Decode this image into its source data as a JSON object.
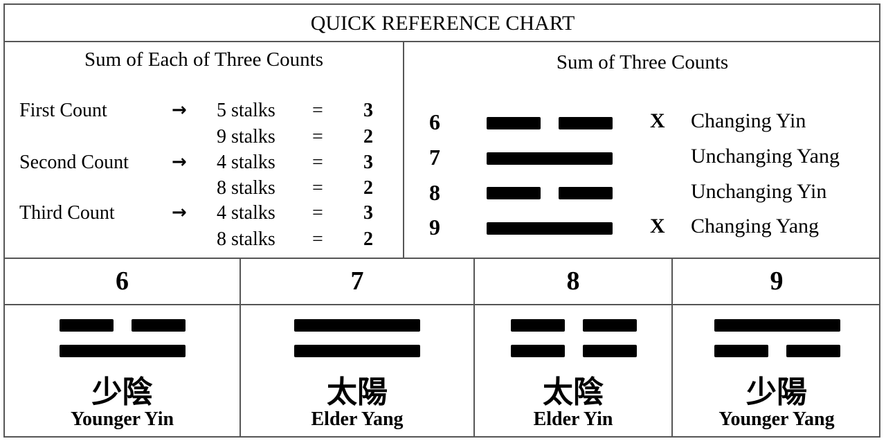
{
  "title": "QUICK REFERENCE CHART",
  "left_section": {
    "heading": "Sum of Each of Three Counts",
    "arrow": "→",
    "equals": "=",
    "rows": [
      {
        "count": "First Count",
        "show_arrow": true,
        "stalks": "5 stalks",
        "value": "3"
      },
      {
        "count": "",
        "show_arrow": false,
        "stalks": "9 stalks",
        "value": "2"
      },
      {
        "count": "Second Count",
        "show_arrow": true,
        "stalks": "4 stalks",
        "value": "3"
      },
      {
        "count": "",
        "show_arrow": false,
        "stalks": "8 stalks",
        "value": "2"
      },
      {
        "count": "Third Count",
        "show_arrow": true,
        "stalks": "4 stalks",
        "value": "3"
      },
      {
        "count": "",
        "show_arrow": false,
        "stalks": "8 stalks",
        "value": "2"
      }
    ]
  },
  "right_section": {
    "heading": "Sum of Three Counts",
    "rows": [
      {
        "number": "6",
        "line": "broken",
        "mark": "X",
        "label": "Changing Yin"
      },
      {
        "number": "7",
        "line": "solid",
        "mark": "",
        "label": "Unchanging Yang"
      },
      {
        "number": "8",
        "line": "broken",
        "mark": "",
        "label": "Unchanging Yin"
      },
      {
        "number": "9",
        "line": "solid",
        "mark": "X",
        "label": "Changing Yang"
      }
    ]
  },
  "bottom_section": {
    "columns": [
      {
        "number": "6",
        "top_line": "broken",
        "bottom_line": "solid",
        "chinese": "少陰",
        "english": "Younger Yin"
      },
      {
        "number": "7",
        "top_line": "solid",
        "bottom_line": "solid",
        "chinese": "太陽",
        "english": "Elder Yang"
      },
      {
        "number": "8",
        "top_line": "broken",
        "bottom_line": "broken",
        "chinese": "太陰",
        "english": "Elder Yin"
      },
      {
        "number": "9",
        "top_line": "solid",
        "bottom_line": "broken",
        "chinese": "少陽",
        "english": "Younger Yang"
      }
    ]
  }
}
